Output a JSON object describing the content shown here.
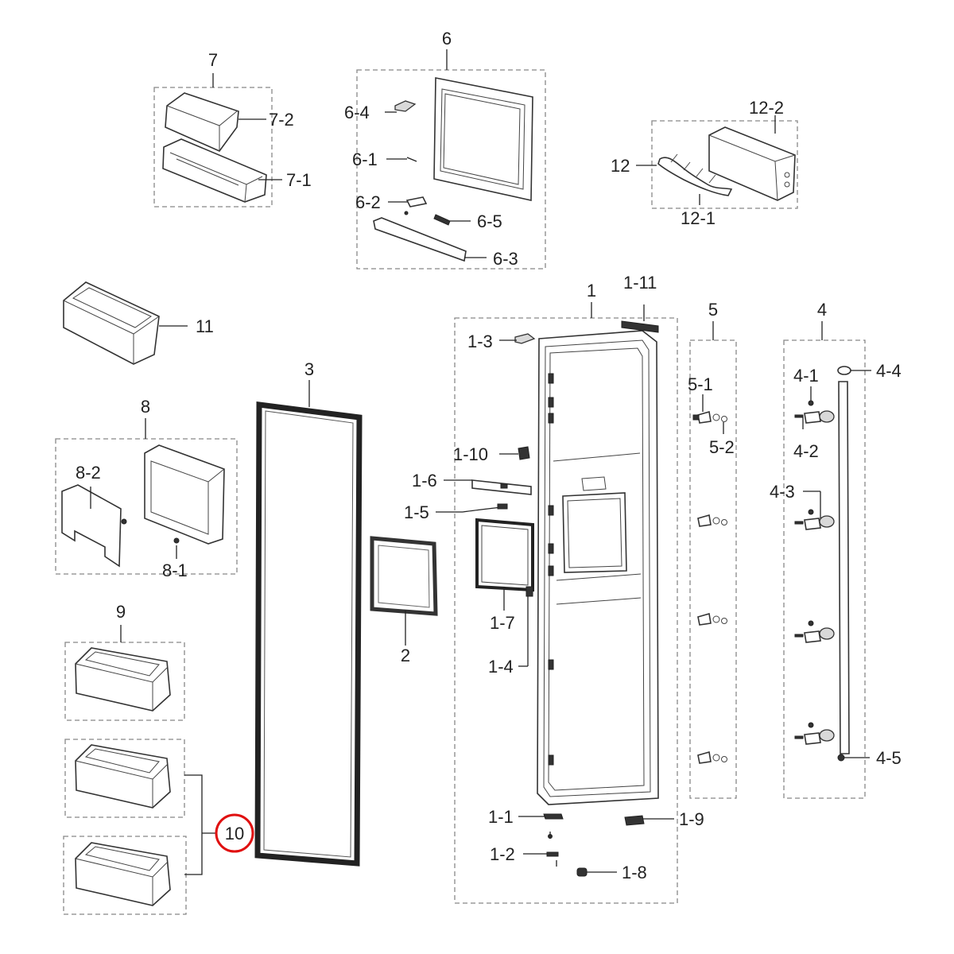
{
  "labels": {
    "g7": "7",
    "p7_2": "7-2",
    "p7_1": "7-1",
    "g6": "6",
    "p6_4": "6-4",
    "p6_1": "6-1",
    "p6_2": "6-2",
    "p6_5": "6-5",
    "p6_3": "6-3",
    "p12": "12",
    "p12_2": "12-2",
    "p12_1": "12-1",
    "g1": "1",
    "p1_11": "1-11",
    "p1_3": "1-3",
    "p1_10": "1-10",
    "p1_6": "1-6",
    "p1_5": "1-5",
    "p1_7": "1-7",
    "p1_4": "1-4",
    "p1_1": "1-1",
    "p1_9": "1-9",
    "p1_2": "1-2",
    "p1_8": "1-8",
    "p11": "11",
    "g8": "8",
    "p8_2": "8-2",
    "p8_1": "8-1",
    "p3": "3",
    "p2": "2",
    "g9": "9",
    "p10": "10",
    "g5": "5",
    "p5_1": "5-1",
    "p5_2": "5-2",
    "g4": "4",
    "p4_4": "4-4",
    "p4_1": "4-1",
    "p4_2": "4-2",
    "p4_3": "4-3",
    "p4_5": "4-5"
  },
  "highlight": {
    "part": "10",
    "color": "#e01010"
  }
}
